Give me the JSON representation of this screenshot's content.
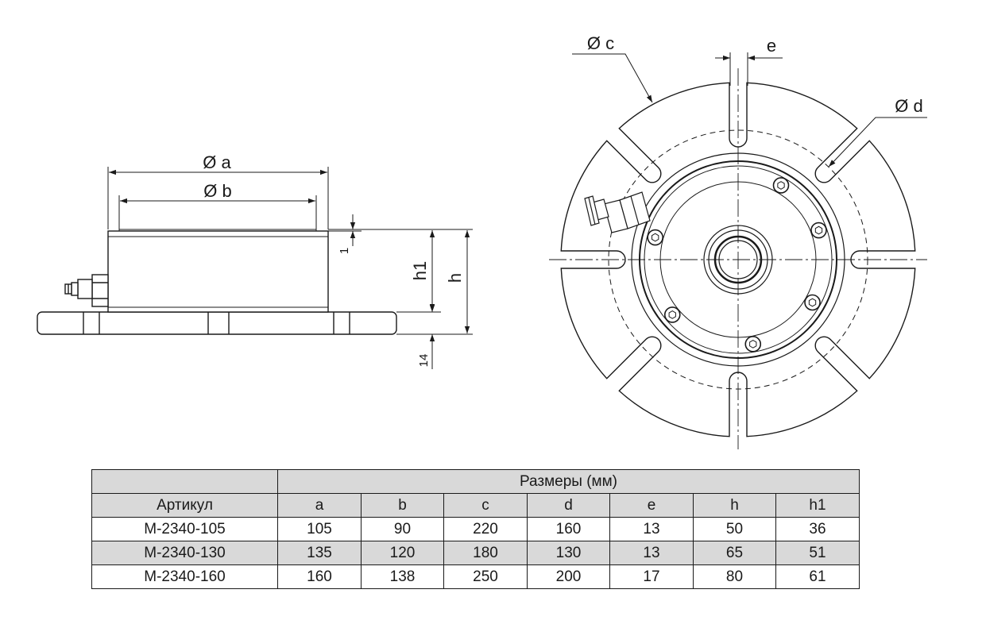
{
  "drawing": {
    "side_view": {
      "label_a": "Ø a",
      "label_b": "Ø b",
      "label_1": "1",
      "label_h1": "h1",
      "label_h": "h",
      "label_14": "14"
    },
    "top_view": {
      "label_c": "Ø c",
      "label_e": "e",
      "label_d": "Ø d"
    }
  },
  "table": {
    "group_header": "Размеры (мм)",
    "columns": [
      "Артикул",
      "a",
      "b",
      "c",
      "d",
      "e",
      "h",
      "h1"
    ],
    "rows": [
      [
        "M-2340-105",
        "105",
        "90",
        "220",
        "160",
        "13",
        "50",
        "36"
      ],
      [
        "M-2340-130",
        "135",
        "120",
        "180",
        "130",
        "13",
        "65",
        "51"
      ],
      [
        "M-2340-160",
        "160",
        "138",
        "250",
        "200",
        "17",
        "80",
        "61"
      ]
    ]
  }
}
